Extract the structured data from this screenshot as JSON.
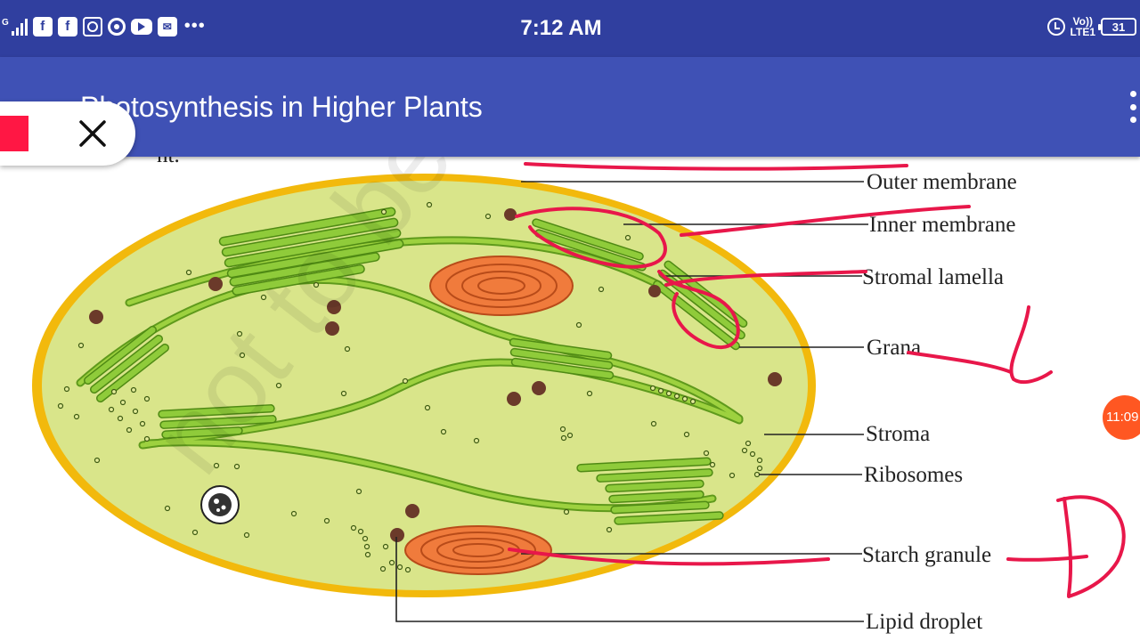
{
  "status_bar": {
    "time": "7:12 AM",
    "network_letter": "G",
    "volte_top": "Vo))",
    "volte_bottom": "LTE1",
    "battery": "31",
    "notification_icons": [
      "signal-icon",
      "facebook-icon",
      "facebook-icon",
      "instagram-icon",
      "chrome-icon",
      "youtube-icon",
      "mail-icon"
    ],
    "more": "•••"
  },
  "app_bar": {
    "title": "Photosynthesis in Higher Plants"
  },
  "floating_widget": {
    "accent_color": "#ff1744"
  },
  "timer_badge": {
    "text": "11:09"
  },
  "diagram": {
    "watermark": "not to be",
    "top_fragment": "nt.",
    "labels": {
      "outer_membrane": "Outer membrane",
      "inner_membrane": "Inner membrane",
      "stromal_lamella": "Stromal lamella",
      "grana": "Grana",
      "stroma": "Stroma",
      "ribosomes": "Ribosomes",
      "starch_granule": "Starch granule",
      "lipid_droplet": "Lipid droplet"
    },
    "colors": {
      "envelope": "#f2b90c",
      "stroma": "#d9e58a",
      "thylakoid": "#86c232",
      "starch": "#f07b3c",
      "droplet": "#6b3a2a",
      "ink": "#e8174a"
    }
  }
}
